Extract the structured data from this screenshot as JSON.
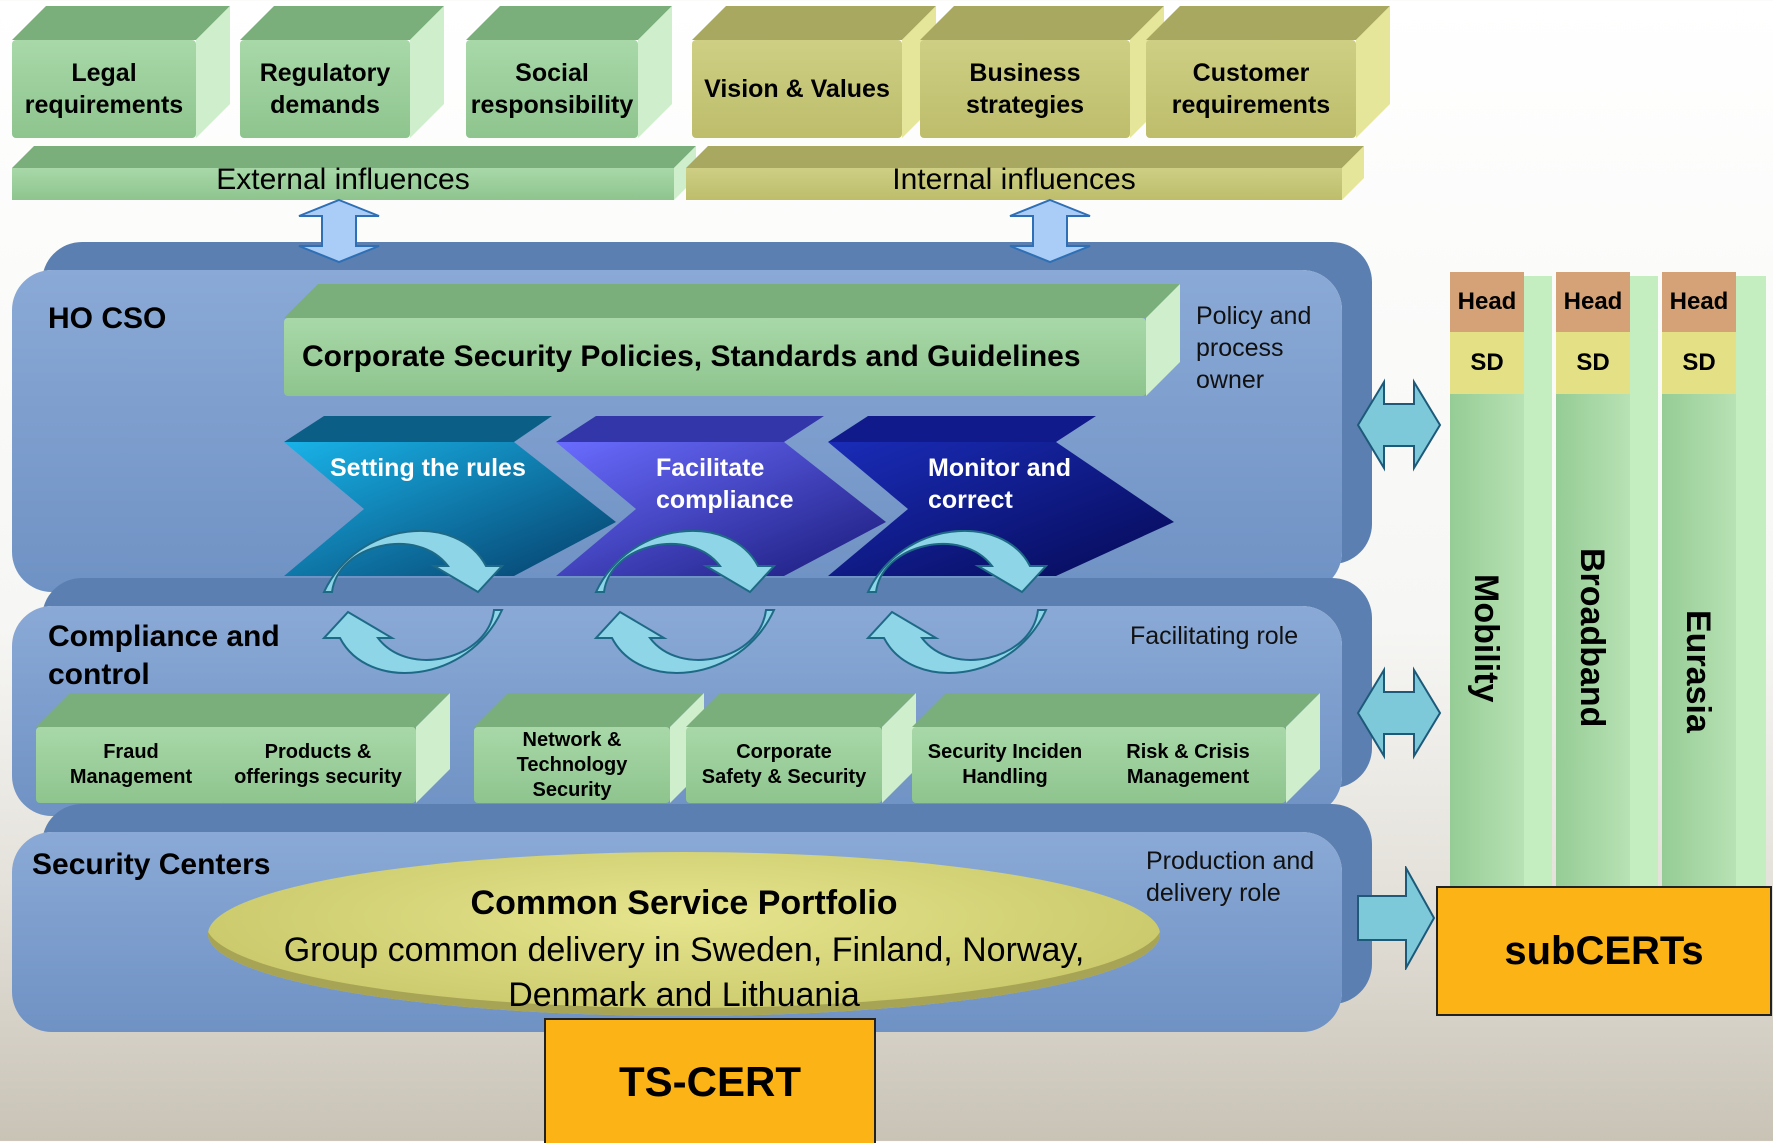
{
  "top_boxes": [
    {
      "label": "Legal requirements",
      "lines": [
        "Legal",
        "requirements"
      ]
    },
    {
      "label": "Regulatory demands",
      "lines": [
        "Regulatory",
        "demands"
      ]
    },
    {
      "label": "Social responsibility",
      "lines": [
        "Social",
        "responsibility"
      ]
    },
    {
      "label": "Vision & Values",
      "lines": [
        "Vision & Values"
      ]
    },
    {
      "label": "Business strategies",
      "lines": [
        "Business",
        "strategies"
      ]
    },
    {
      "label": "Customer requirements",
      "lines": [
        "Customer",
        "requirements"
      ]
    }
  ],
  "influences": {
    "external": "External influences",
    "internal": "Internal influences"
  },
  "ho_cso": {
    "title": "HO CSO",
    "policy_bar": "Corporate Security Policies, Standards and Guidelines",
    "note": [
      "Policy and",
      "process",
      "owner"
    ],
    "chevrons": [
      {
        "lines": [
          "Setting the rules"
        ]
      },
      {
        "lines": [
          "Facilitate",
          "compliance"
        ]
      },
      {
        "lines": [
          "Monitor and",
          "correct"
        ]
      }
    ]
  },
  "compliance": {
    "title": [
      "Compliance and",
      "control"
    ],
    "note": "Facilitating role",
    "boxes": [
      {
        "lines": [
          "Fraud",
          "Management"
        ]
      },
      {
        "lines": [
          "Products &",
          "offerings security"
        ]
      },
      {
        "lines": [
          "Network &",
          "Technology",
          "Security"
        ]
      },
      {
        "lines": [
          "Corporate",
          "Safety & Security"
        ]
      },
      {
        "lines": [
          "Security Inciden",
          "Handling"
        ]
      },
      {
        "lines": [
          "Risk & Crisis",
          "Management"
        ]
      }
    ]
  },
  "security_centers": {
    "title": "Security Centers",
    "note": [
      "Production and",
      "delivery role"
    ],
    "portfolio_title": "Common Service Portfolio",
    "portfolio_lines": [
      "Group common delivery in Sweden, Finland, Norway,",
      "Denmark and Lithuania"
    ]
  },
  "ts_cert": "TS-CERT",
  "subcerts": "subCERTs",
  "columns": [
    {
      "name": "Mobility",
      "head": "Head",
      "sd": "SD"
    },
    {
      "name": "Broadband",
      "head": "Head",
      "sd": "SD"
    },
    {
      "name": "Eurasia",
      "head": "Head",
      "sd": "SD"
    }
  ],
  "colors": {
    "green": "#a8d8a8",
    "olive": "#cfcf84",
    "panel_blue": "#7a9ccf",
    "orange": "#fbb316",
    "chevron_1": "#0a6fa8",
    "chevron_2": "#3b3fd6",
    "chevron_3": "#0b1480",
    "head": "#d4a276",
    "sd": "#e3e085"
  }
}
